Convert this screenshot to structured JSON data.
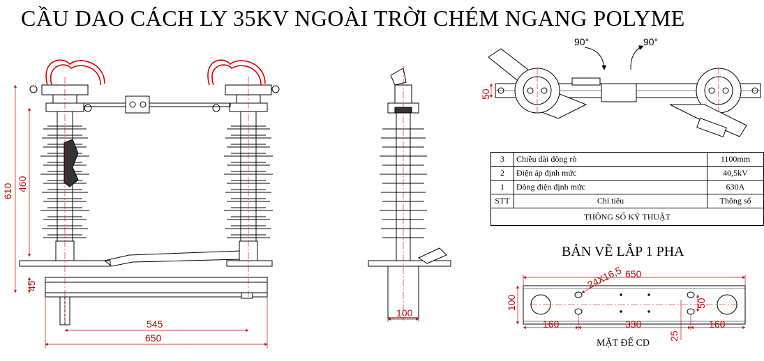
{
  "title": "CẦU DAO CÁCH LY 35KV NGOÀI TRỜI CHÉM NGANG POLYME",
  "front_view": {
    "dimensions": {
      "total_height": "610",
      "insulator_height": "460",
      "base_height": "45",
      "insulator_spacing": "545",
      "base_width": "650"
    }
  },
  "side_view": {
    "dimensions": {
      "base_width": "100"
    }
  },
  "top_view": {
    "angles": {
      "left_rotation": "90°",
      "right_rotation": "90°"
    },
    "dimensions": {
      "bar_height": "50"
    }
  },
  "spec_table": {
    "header": {
      "no": "STT",
      "name": "Chỉ tiêu",
      "value": "Thông số"
    },
    "rows": [
      {
        "no": "3",
        "name": "Chiều dài dòng rò",
        "value": "1100mm"
      },
      {
        "no": "2",
        "name": "Điện áp định mức",
        "value": "40,5kV"
      },
      {
        "no": "1",
        "name": "Dòng điện định mức",
        "value": "630A"
      }
    ],
    "caption": "THÔNG SỐ KỸ THUẬT"
  },
  "assembly_title": "BẢN VẼ LẮP 1 PHA",
  "base_plate": {
    "caption": "MẶT ĐẾ CD",
    "dimensions": {
      "length": "650",
      "hole": "24X16,5",
      "width": "100",
      "hole_spacing": "50",
      "left_offset": "160",
      "center_gap": "330",
      "right_offset": "160",
      "edge_offset": "25"
    }
  }
}
